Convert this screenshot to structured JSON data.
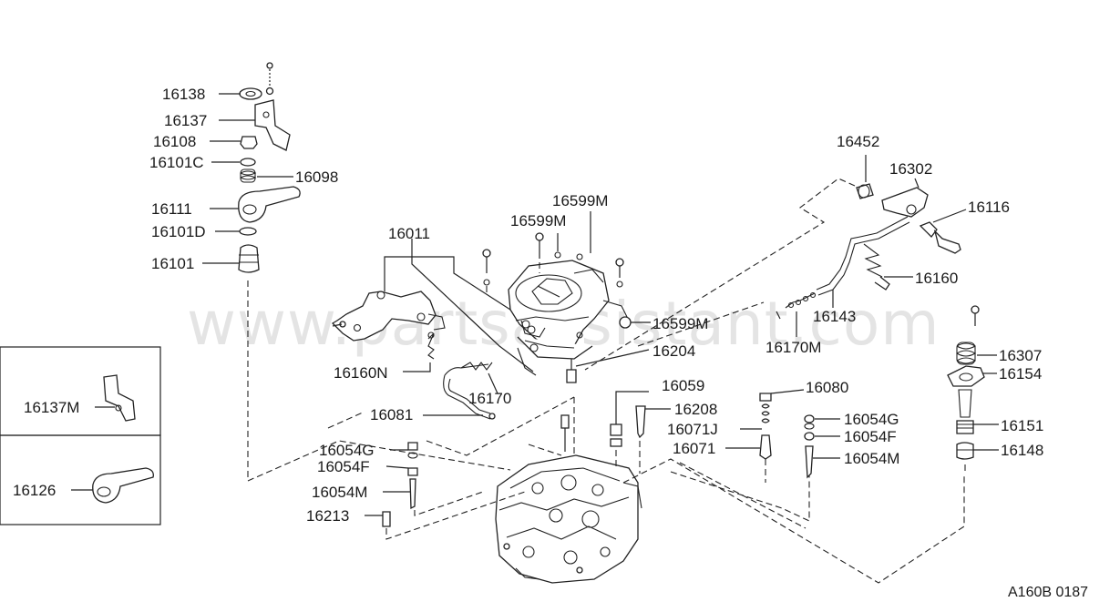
{
  "watermark": "www.partsassistant.com",
  "diagram_code": "A160B 0187",
  "labels": {
    "p16138": "16138",
    "p16137": "16137",
    "p16108": "16108",
    "p16101C": "16101C",
    "p16098": "16098",
    "p16111": "16111",
    "p16101D": "16101D",
    "p16101": "16101",
    "p16011": "16011",
    "p16599M_a": "16599M",
    "p16599M_b": "16599M",
    "p16599M_c": "16599M",
    "p16204": "16204",
    "p16160N": "16160N",
    "p16170": "16170",
    "p16081": "16081",
    "p16452": "16452",
    "p16302": "16302",
    "p16116": "16116",
    "p16160": "16160",
    "p16143": "16143",
    "p16170M": "16170M",
    "p16307": "16307",
    "p16154": "16154",
    "p16151": "16151",
    "p16148": "16148",
    "p16059": "16059",
    "p16208": "16208",
    "p16071J": "16071J",
    "p16071": "16071",
    "p16080": "16080",
    "p16054G_r": "16054G",
    "p16054F_r": "16054F",
    "p16054M_r": "16054M",
    "p16054G_l": "16054G",
    "p16054F_l": "16054F",
    "p16054M_l": "16054M",
    "p16213": "16213",
    "p16137M": "16137M",
    "p16126": "16126"
  }
}
